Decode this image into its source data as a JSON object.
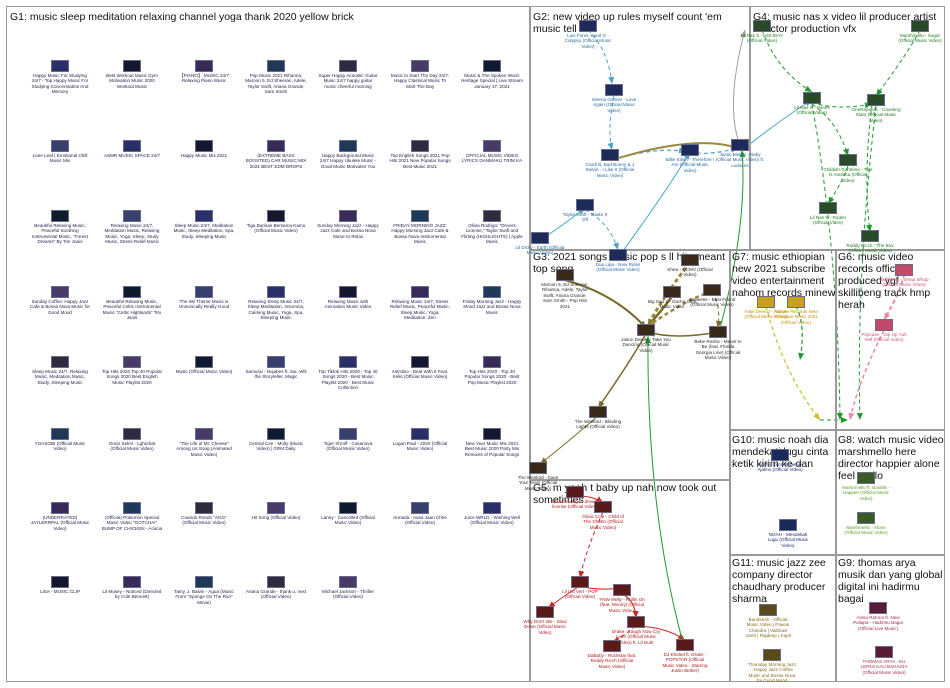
{
  "groups": [
    {
      "id": "G1",
      "title": "G1: music sleep meditation relaxing channel yoga thank 2020 yellow brick"
    },
    {
      "id": "G2",
      "title": "G2: new video up rules myself count 'em music tell out"
    },
    {
      "id": "G4",
      "title": "G4: music nas x video lil producer artist director production vfx"
    },
    {
      "id": "G3",
      "title": "G3: 2021 songs music pop s ll hits meant top song"
    },
    {
      "id": "G7",
      "title": "G7: music ethiopian new 2021 subscribe video entertainment nahom records minew"
    },
    {
      "id": "G6",
      "title": "G6: music video records official produced ygf skillibeng track hmp herah"
    },
    {
      "id": "G5",
      "title": "G5: m yeah t baby up nah now took out sometimes"
    },
    {
      "id": "G10",
      "title": "G10: music noah dia mendekati lugu cinta ketik kirim ke dan"
    },
    {
      "id": "G8",
      "title": "G8: watch music video marshmello here director happier alone feel mello"
    },
    {
      "id": "G11",
      "title": "G11: music jazz zee company director chaudhary producer sharma"
    },
    {
      "id": "G9",
      "title": "G9: thomas arya musik dan yang global digital ini hadirmu bagai"
    }
  ],
  "g1_nodes": [
    "Happy Music For Studying 24/7 - Top Happy Music For Studying Concentration And Memory",
    "Best Workout Music Gym Motivation Music 2020 Workout Music",
    "【PIANO】 MUSIC 24/7 Relaxing Piano Music",
    "Pop Music 2021 Rihanna, Maroon 5, Ed Sheeran, Adele, Taylor Swift, Ariana Grande, Sam Smith",
    "Super Happy Acoustic Guitar Music 24/7 happy guitar music cheerful morning",
    "Music to Start The Day 24/7: Happy Classical Music To Start The Day",
    "Music & The Spoken Word: Heritage Special | Live Stream January 17, 2021",
    "Lone Leaf | Emotional Chill Music Mix",
    "ASMR MUSIC SPACE 24/7",
    "Happy Music Mix 2021",
    "(EXTREME BASS BOOSTED) CAR MUSIC MIX 2021 BEST EDM DROPS",
    "Happy Background Music 24/7 Happy Ukulele Music - Good Music Motivates You",
    "Top English Songs 2021 Pop Hits 2021 New Popular Songs Best Music 2021",
    "OFFICIAL MUSIC VIDEO LYRICS DANMAKU TRIM KA",
    "Beautiful Relaxing Music, Peaceful Soothing Instrumental Music, \"Forest Dreams\" By Tim Janis",
    "Relaxing Music 24/7, Meditation Music, Relaxing Music, Yoga, Sleep, Study Music, Stress Relief Music",
    "Sleep Music 24/7, Meditation Music, Sleep Meditation, Spa, Study, Sleeping Music",
    "Tiga Barisan Bersama Kamu (Official Music Video)",
    "Sunday Morning Jazz - Happy Jazz Cafe and Bossa Nova Music to Relax",
    "FRIDAY MORNING JAZZ: Happy Morning Jazz Cafe & Bossa Nova Instrumental Music",
    "Olivia Rodrigo: \"Drivers License,\" Taylor Swift and Flirting (HIGHLIGHTS) | Apple Music",
    "Sunday Coffee: Happy Jazz Cafe & Bossa Nova Music for Good Mood",
    "Beautiful Relaxing Music, Peaceful Celtic Instrumental Music \"Celtic Highlands\" Tim Janis",
    "The Wii Theme Music is Unironically Really Good",
    "Relaxing Sleep Music 24/7, Sleep Meditation, Insomnia, Calming Music, Yoga, Spa, Sleeping Music",
    "Relaxing Music with Animation Music Video",
    "Relaxing Music 24/7, Stress Relief Music, Peaceful Music, Sleep Music, Yoga, Meditation, Zen",
    "Friday Morning Jazz - Happy Mood Jazz and Bossa Nova Music",
    "Sleep Music 24/7, Relaxing Music, Meditation Music, Study, Sleeping Music",
    "Top Hits 2020 Top 40 Popular Songs 2020 Best English Music Playlist 2020",
    "Music (Official Music Video)",
    "Samurai - Nujabes ft. Sai, Will the Storyteller, Magic",
    "Top Tiktok Hits 2020 - Top 40 Songs 2020 - Best Music Playlist 2020 - Best Music Collection",
    "Astrobio - Deal With It Feat. Kelis (Official Music Video)",
    "Top Hits 2020 - Top 40 Popular Songs 2020 - Best Pop Music Playlist 2020",
    "YOASOBI (Official Music Video)",
    "Omar Selmi - Lghorbat (Official Music Video)",
    "\"The Life of Mr. Cheese\" Among Us Song (Animated Music Video)",
    "Central Cee - Molly (Music Video) | GRM Daily",
    "Tiger Shroff - Casanova (Official Music Video)",
    "Logan Paul - 2020 (Official Music Video)",
    "New Year Music Mix 2021 Best Music 2020 Party Mix Remixes of Popular Songs",
    "(UNDERRATED) JAYLERRPAL (Official Music Video)",
    "(Official) Pokemon Special Music Video \"GOTCHA!\" BUMP OF CHICKEN - Acacia",
    "Cuando Rondo \"AGG\" (Official Music Video)",
    "Hit Song (Official Video)",
    "Lanny - Cancelled (Official Music Video)",
    "Armada - Avaa Jaan Chhe (Official Video)",
    "Juice WRLD - Wishing Well (Official Music Video)",
    "LISA - MUSIC CLIP",
    "Lil Mosey - Noticed (Directed by Cole Bennett)",
    "Tainy, J. Balvin - Agua (Music From \"Sponge On The Run\" Movie)",
    "Ariana Grande - thank u, next (Official Video)",
    "Michael Jackson - Thriller (Official Video)"
  ],
  "g2_nodes": [
    "Luis Fonsi, Karol G - Calypso (Official Music Video)",
    "Selena Gomez - Love Again (Official Music Video)",
    "Cardi B, Bad Bunny & J Balvin - I Like It (Official Music Video)",
    "Billie Eilish - Therefore I Am (Official Music Video)",
    "Justin Bieber - Baby (Official Music Video) ft. Ludacris",
    "Taylor Swift - Shake It Off",
    "Dua Lipa - New Rules (Official Music Video)",
    "Lil Dicky - Earth (Official Music Video)"
  ],
  "g4_nodes": [
    "Lil Nas X - HOLIDAY (Official Video)",
    "Marshmello - Sugar (Official Music Video)",
    "Lil Nas X - Panini (Official Video)",
    "OneRepublic - Counting Stars (Official Music Video)",
    "Childish Gambino - This Is America (Official Video)",
    "Lil Nas X - Rodeo (Official Video)",
    "Roddy Ricch - The Box (Official Music Video)"
  ],
  "g3_nodes": [
    "Khea - QCMV (Official Video)",
    "Maroon 5, Ed Sheeran, Rihanna, Adele, Taylor Swift, Ariana Grande, Sam Smith - Pop Hits 2021",
    "Big Sad 1 - Gacha Club Music Video",
    "Saweetie - Best Friend (Official Music Video)",
    "Jason Derulo - Take You Dancing (Official Music Video)",
    "Bebe Rexha - Meant to Be (feat. Florida Georgia Line) (Official Music Video)",
    "The Weeknd - Blinding Lights (Official Video)",
    "The Weeknd - Save Your Tears (Official Music Video)"
  ],
  "g7_nodes": [
    "Fasil Demoz - Afroye (Official Music Video)",
    "Nahom Records New Ethiopian Music 2021 (Official Video)"
  ],
  "g6_nodes": [
    "Skillibeng - Whap Whap (Official Music Video)",
    "Popcaan - Dip Up Yuh Self (Official Video)"
  ],
  "g5_nodes": [
    "Olivia Rodrigo - drivers license (Official Video)",
    "Olivia Cole - Child of The Ghetto (Official Music Video)",
    "Lil Uzi Vert - POP (Official Video)",
    "Why Don't We - Slow Down (Official Music Video)",
    "YNW Melly - Rollin On (feat. Moony) (Official Music Video)",
    "Drake - Laugh Now Cry Later (Official Music Video) ft. Lil Durk",
    "DJ Khaled ft. Drake - POPSTAR (Official Music Video - Starring Justin Bieber)",
    "DaBaby - Rockstar feat. Roddy Ricch (Official Music Video)"
  ],
  "g10_nodes": [
    "Noah - Cinta Sebelum Ajalmu (Official Video)",
    "NOAH - Mendekati Lugu (Official Music Video)"
  ],
  "g8_nodes": [
    "Marshmello ft. Bastille - Happier (Official Music Video)",
    "Marshmello - Alone (Official Music Video)"
  ],
  "g11_nodes": [
    "Bandeesh - Official Music Video | Pawan Chandra | Vaibhavi Joshi | Rajdeep | Kapil",
    "Thursday Morning Jazz - Happy Jazz Coffee Music and Bossa Nova for Good Mood"
  ],
  "g9_nodes": [
    "Anisa Rahma ft. New Pallapa - Hadirmu Bagai (Official Live Music)",
    "THOMAS ARYA - KU LEPAS KAU BAHAGIA (Official Music Video)"
  ],
  "colors": {
    "border": "#9a9a9a",
    "edge_g2": "#4aa3c8",
    "edge_g4": "#1f9a2a",
    "edge_g3": "#7a6a2a",
    "edge_g5": "#cc2222",
    "edge_g6": "#e88aa0",
    "edge_g7": "#c9c12a",
    "edge_gray": "#9aa39a",
    "edge_olive": "#9b8a3a",
    "label_g1": "#1b1b4a",
    "label_g2": "#2a6aa0",
    "label_g4": "#1b7a1b",
    "label_g3": "#2a2a2a",
    "label_g5": "#b01818",
    "label_g7": "#c09010",
    "label_g6": "#d0507a",
    "label_g8": "#5a9a2a",
    "label_g9": "#a0284a",
    "label_g10": "#1b2a6a",
    "label_g11": "#8a6a1a"
  }
}
